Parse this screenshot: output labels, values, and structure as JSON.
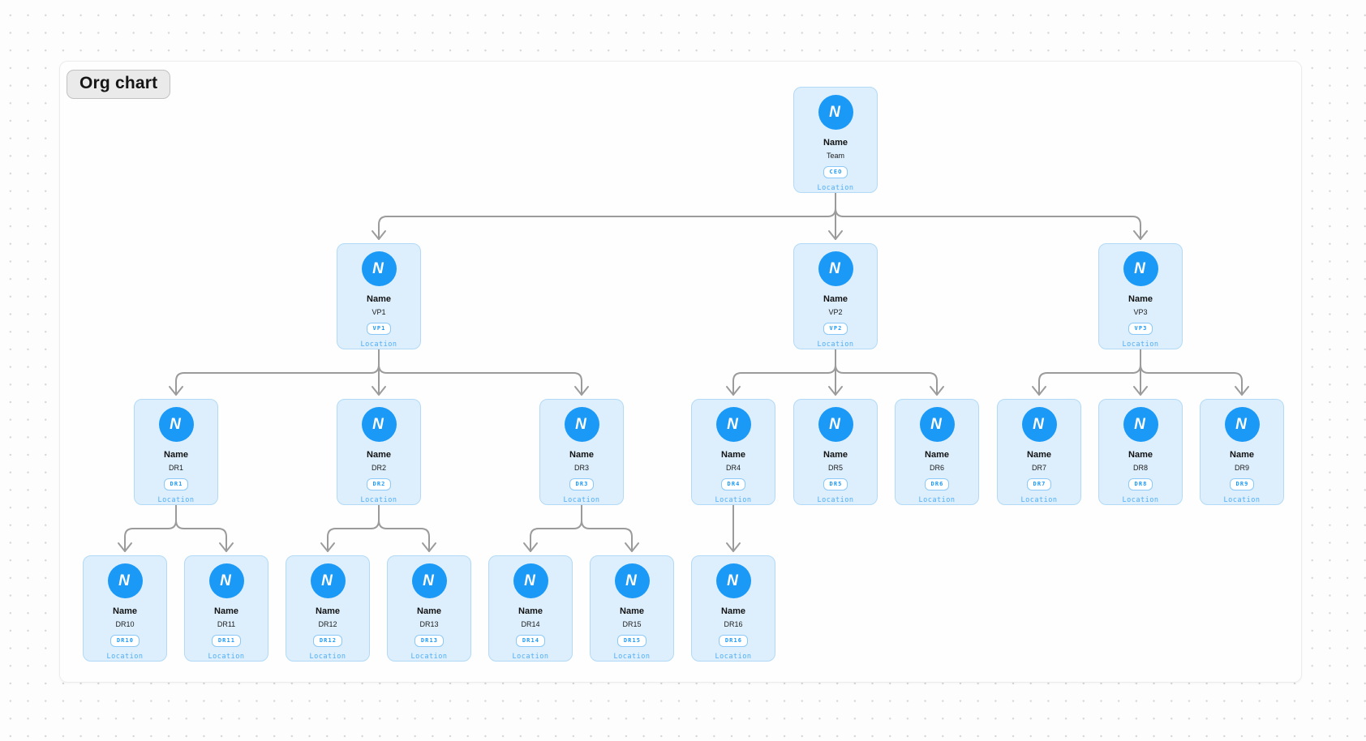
{
  "canvas": {
    "title": "Org chart"
  },
  "colors": {
    "accent": "#1a99f7",
    "card_bg": "#ddeffd",
    "card_border": "#b2daf7",
    "badge_border": "#8dc9f8",
    "location_text": "#4fadf6",
    "connector": "#9b9b9b"
  },
  "avatar": {
    "icon": "letter-n-icon",
    "letter": "N"
  },
  "nodes": [
    {
      "id": "ceo",
      "name": "Name",
      "team": "Team",
      "badge": "CEO",
      "location": "Location",
      "parent": null
    },
    {
      "id": "vp1",
      "name": "Name",
      "team": "VP1",
      "badge": "VP1",
      "location": "Location",
      "parent": "ceo"
    },
    {
      "id": "vp2",
      "name": "Name",
      "team": "VP2",
      "badge": "VP2",
      "location": "Location",
      "parent": "ceo"
    },
    {
      "id": "vp3",
      "name": "Name",
      "team": "VP3",
      "badge": "VP3",
      "location": "Location",
      "parent": "ceo"
    },
    {
      "id": "dr1",
      "name": "Name",
      "team": "DR1",
      "badge": "DR1",
      "location": "Location",
      "parent": "vp1"
    },
    {
      "id": "dr2",
      "name": "Name",
      "team": "DR2",
      "badge": "DR2",
      "location": "Location",
      "parent": "vp1"
    },
    {
      "id": "dr3",
      "name": "Name",
      "team": "DR3",
      "badge": "DR3",
      "location": "Location",
      "parent": "vp1"
    },
    {
      "id": "dr4",
      "name": "Name",
      "team": "DR4",
      "badge": "DR4",
      "location": "Location",
      "parent": "vp2"
    },
    {
      "id": "dr5",
      "name": "Name",
      "team": "DR5",
      "badge": "DR5",
      "location": "Location",
      "parent": "vp2"
    },
    {
      "id": "dr6",
      "name": "Name",
      "team": "DR6",
      "badge": "DR6",
      "location": "Location",
      "parent": "vp2"
    },
    {
      "id": "dr7",
      "name": "Name",
      "team": "DR7",
      "badge": "DR7",
      "location": "Location",
      "parent": "vp3"
    },
    {
      "id": "dr8",
      "name": "Name",
      "team": "DR8",
      "badge": "DR8",
      "location": "Location",
      "parent": "vp3"
    },
    {
      "id": "dr9",
      "name": "Name",
      "team": "DR9",
      "badge": "DR9",
      "location": "Location",
      "parent": "vp3"
    },
    {
      "id": "dr10",
      "name": "Name",
      "team": "DR10",
      "badge": "DR10",
      "location": "Location",
      "parent": "dr1"
    },
    {
      "id": "dr11",
      "name": "Name",
      "team": "DR11",
      "badge": "DR11",
      "location": "Location",
      "parent": "dr1"
    },
    {
      "id": "dr12",
      "name": "Name",
      "team": "DR12",
      "badge": "DR12",
      "location": "Location",
      "parent": "dr2"
    },
    {
      "id": "dr13",
      "name": "Name",
      "team": "DR13",
      "badge": "DR13",
      "location": "Location",
      "parent": "dr2"
    },
    {
      "id": "dr14",
      "name": "Name",
      "team": "DR14",
      "badge": "DR14",
      "location": "Location",
      "parent": "dr3"
    },
    {
      "id": "dr15",
      "name": "Name",
      "team": "DR15",
      "badge": "DR15",
      "location": "Location",
      "parent": "dr3"
    },
    {
      "id": "dr16",
      "name": "Name",
      "team": "DR16",
      "badge": "DR16",
      "location": "Location",
      "parent": "dr4"
    }
  ]
}
